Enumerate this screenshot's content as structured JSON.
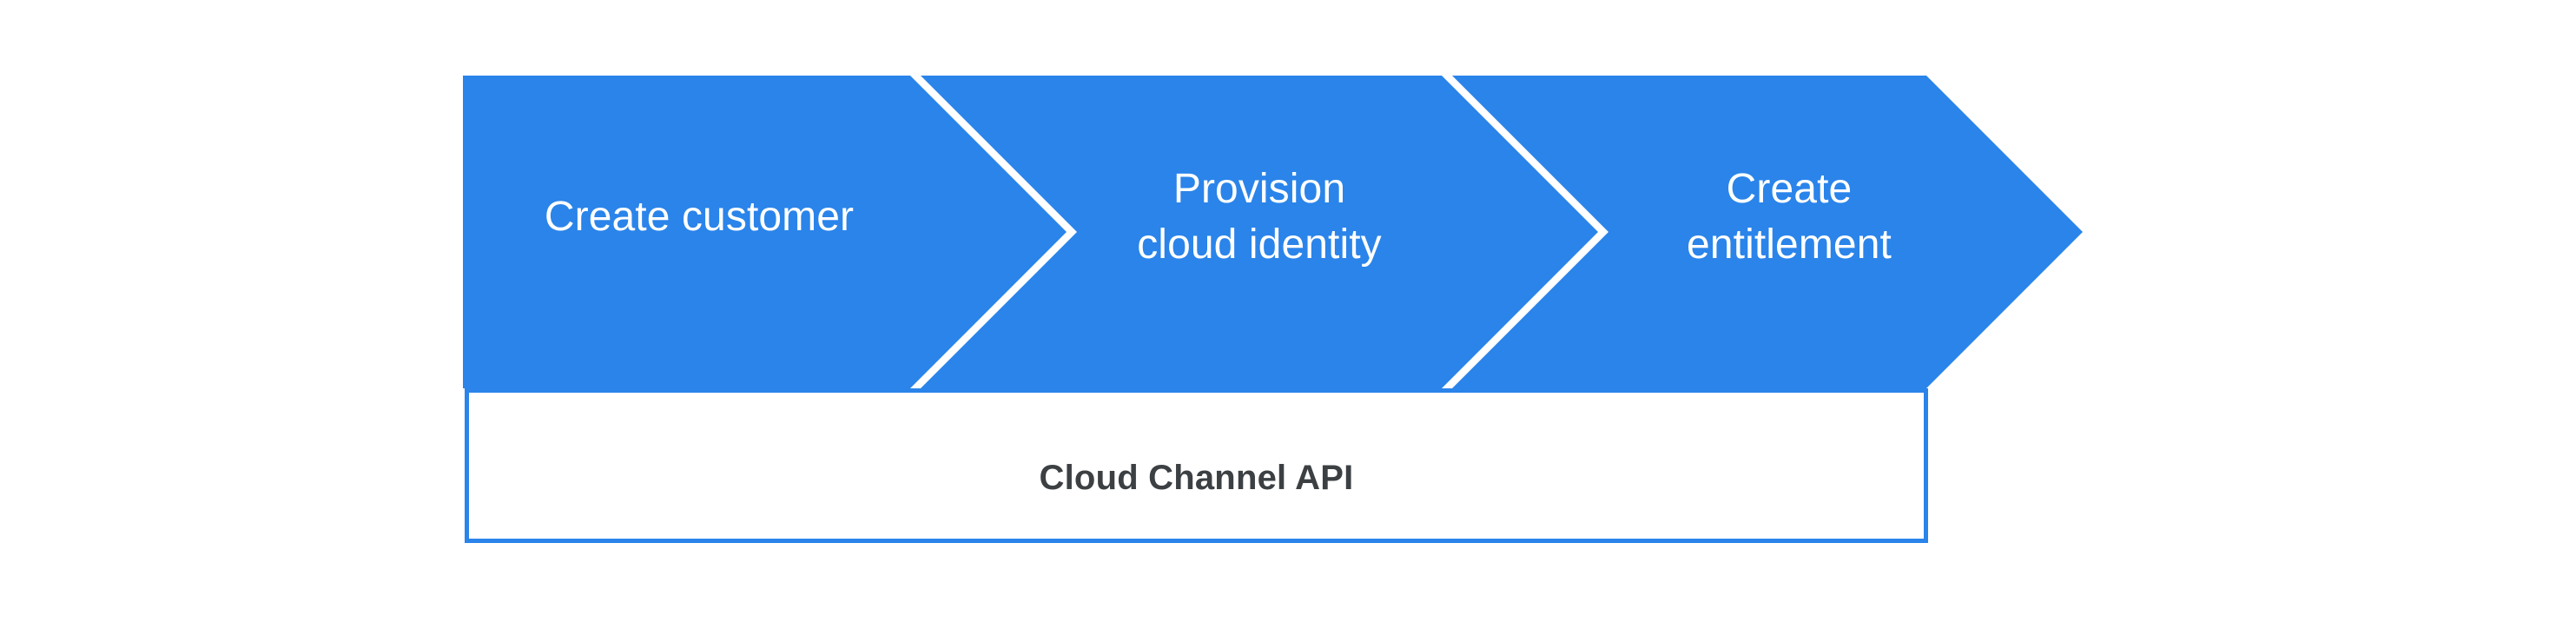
{
  "diagram": {
    "title": "Cloud Channel API process flow",
    "type": "chevron-process-flow",
    "colors": {
      "chevron_fill": "#2a84ea",
      "chevron_label": "#ffffff",
      "api_bar_border": "#2a84ea",
      "api_bar_fill": "#ffffff",
      "api_bar_label": "#3c4043",
      "background": "#ffffff"
    },
    "steps": [
      {
        "index": 1,
        "label": "Create customer"
      },
      {
        "index": 2,
        "label": "Provision\ncloud identity"
      },
      {
        "index": 3,
        "label": "Create\nentitlement"
      }
    ],
    "footer_bar": {
      "label": "Cloud Channel API"
    }
  }
}
